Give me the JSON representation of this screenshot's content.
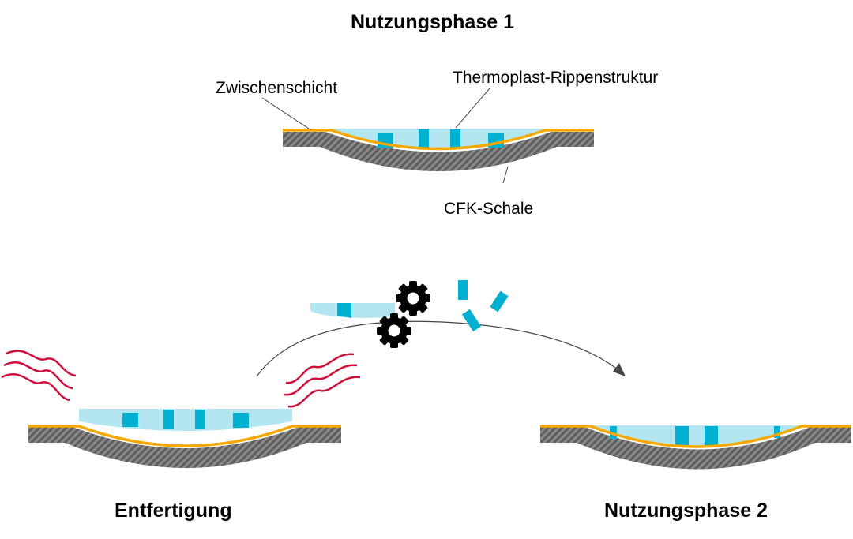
{
  "titles": {
    "phase1": "Nutzungsphase 1",
    "disassembly": "Entfertigung",
    "phase2": "Nutzungsphase 2"
  },
  "labels": {
    "interlayer": "Zwischenschicht",
    "ribs": "Thermoplast-Rippenstruktur",
    "shell": "CFK-Schale"
  },
  "colors": {
    "shell": "#6e6e6e",
    "interlayer": "#f5a800",
    "thermoplast": "#b3e6f1",
    "ribs": "#00b0d0",
    "heat": "#d0103a"
  },
  "icons": [
    "gear-icon",
    "gear-icon",
    "heat-waves-icon",
    "arrow-icon"
  ]
}
